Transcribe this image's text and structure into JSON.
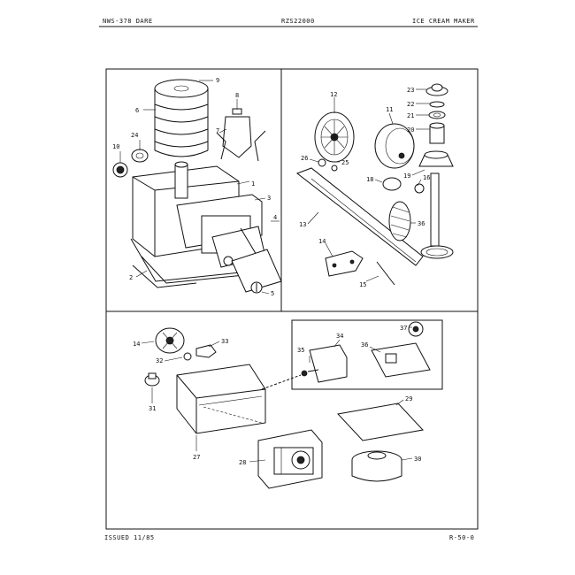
{
  "header": {
    "left": "NWS-378 DARE",
    "model": "RZS22000",
    "title": "ICE CREAM MAKER"
  },
  "footer": {
    "issued": "ISSUED 11/85",
    "page": "R-50-0"
  },
  "callouts": {
    "top_left": [
      "9",
      "8",
      "6",
      "7",
      "10",
      "24",
      "1",
      "3",
      "4",
      "2",
      "5"
    ],
    "top_right": [
      "12",
      "11",
      "23",
      "22",
      "21",
      "20",
      "26",
      "25",
      "18",
      "19",
      "16",
      "13",
      "36",
      "14",
      "15"
    ],
    "bottom": [
      "14",
      "33",
      "32",
      "31",
      "27",
      "37",
      "34",
      "35",
      "36",
      "29",
      "28",
      "30"
    ]
  }
}
